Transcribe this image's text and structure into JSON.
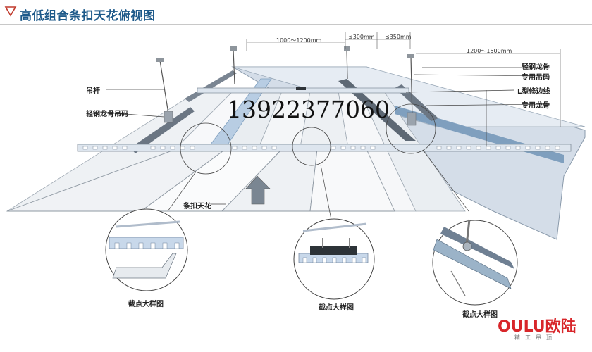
{
  "title": "高低组合条扣天花俯视图",
  "dimensions": {
    "d1": "1000～1200mm",
    "d2": "≤300mm",
    "d3": "≤350mm",
    "d4": "1200～1500mm"
  },
  "labels": {
    "rod": "吊杆",
    "light_keel_hanger": "轻钢龙骨吊码",
    "light_keel": "轻钢龙骨",
    "special_hanger": "专用吊码",
    "l_edge": "L型修边线",
    "special_keel": "专用龙骨",
    "strip_ceiling": "条扣天花"
  },
  "phone": "13922377060",
  "captions": [
    "截点大样图",
    "截点大样图",
    "截点大样图"
  ],
  "logo": {
    "main": "OULU欧陆",
    "sub": "精工吊顶"
  },
  "colors": {
    "title": "#1e5a8a",
    "keel_blue": "#7f9fbe",
    "logo_red": "#d8262a"
  }
}
